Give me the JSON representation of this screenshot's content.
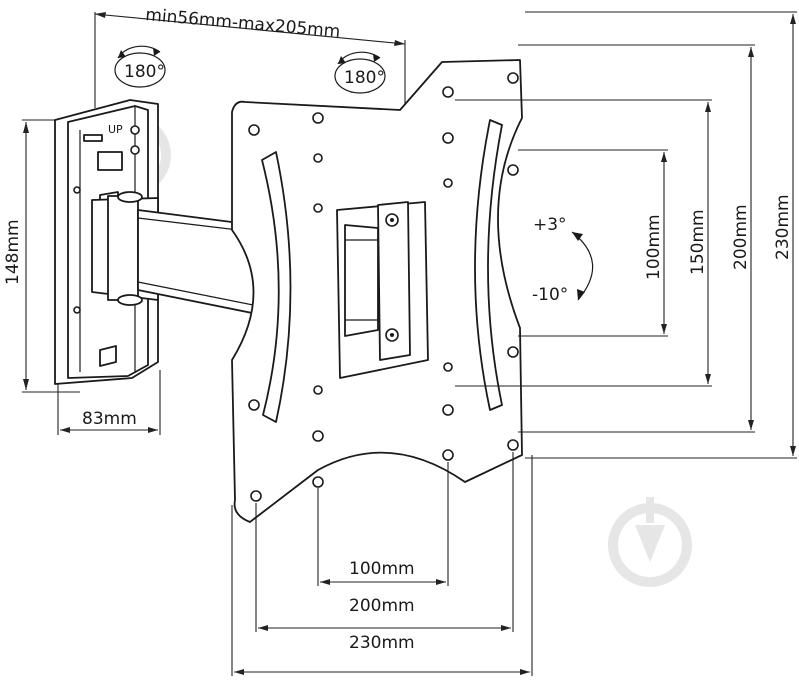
{
  "diagram": {
    "labels": {
      "arm_extension": "min56mm-max205mm",
      "swivel_left": "180°",
      "swivel_right": "180°",
      "wall_plate_height": "148mm",
      "wall_plate_width": "83mm",
      "tilt_up": "+3°",
      "tilt_down": "-10°",
      "vesa_v_100": "100mm",
      "vesa_v_150": "150mm",
      "vesa_v_200": "200mm",
      "vesa_v_230": "230mm",
      "vesa_h_100": "100mm",
      "vesa_h_200": "200mm",
      "vesa_h_230": "230mm",
      "wall_plate_mark": "UP"
    },
    "colors": {
      "line": "#1a1a1a",
      "watermark": "#e6e6e6",
      "background": "#ffffff"
    },
    "icons": [
      "rotate-arrow-icon",
      "tilt-arrow-icon",
      "watermark-logo-icon"
    ]
  }
}
